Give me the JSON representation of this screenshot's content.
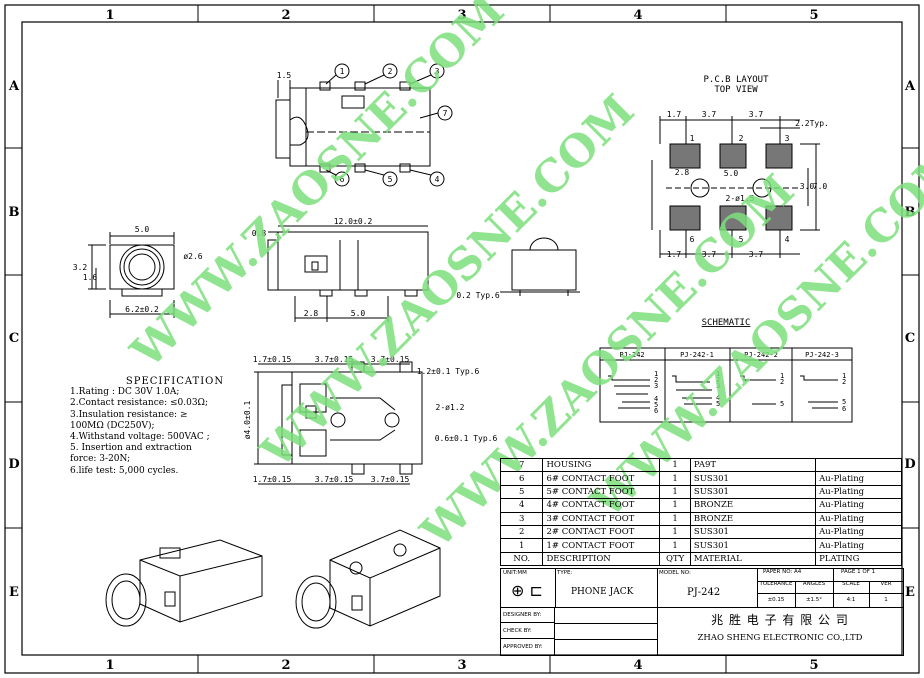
{
  "frame": {
    "cols": [
      "1",
      "2",
      "3",
      "4",
      "5"
    ],
    "rows": [
      "A",
      "B",
      "C",
      "D",
      "E"
    ]
  },
  "views": {
    "pcb_title": "P.C.B LAYOUT",
    "pcb_subtitle": "TOP VIEW",
    "schematic_title": "SCHEMATIC",
    "balloons": [
      "1",
      "2",
      "3",
      "7",
      "6",
      "5",
      "4"
    ]
  },
  "dimensions": {
    "top_dim_15": "1.5",
    "front_50": "5.0",
    "front_26": "ø2.6",
    "front_32": "3.2",
    "front_16": "1.6",
    "front_62": "6.2±0.2",
    "side_08": "0.8",
    "side_120": "12.0±0.2",
    "side_28": "2.8",
    "side_50": "5.0",
    "end_02": "0.2 Typ.6",
    "pcb_17a": "1.7",
    "pcb_37a": "3.7",
    "pcb_37b": "3.7",
    "pcb_22": "2.2Typ.",
    "pcb_28": "2.8",
    "pcb_50": "5.0",
    "pcb_30": "3.0",
    "pcb_70": "7.0",
    "pcb_hole": "2-ø1.5",
    "pcb_17b": "1.7",
    "pcb_37c": "3.7",
    "pcb_37d": "3.7",
    "pcb_pin_top": [
      "1",
      "2",
      "3"
    ],
    "pcb_pin_bot": [
      "6",
      "5",
      "4"
    ],
    "plan_17": "1.7±0.15",
    "plan_37a": "3.7±0.15",
    "plan_37b": "3.7±0.15",
    "plan_12": "1.2±0.1 Typ.6",
    "plan_hole": "2-ø1.2",
    "plan_06": "0.6±0.1 Typ.6",
    "plan_40": "ø4.0±0.1",
    "plan_17b": "1.7±0.15",
    "plan_37c": "3.7±0.15",
    "plan_37d": "3.7±0.15"
  },
  "schematic": {
    "headers": [
      "PJ-242",
      "PJ-242-1",
      "PJ-242-2",
      "PJ-242-3"
    ],
    "pins_1": [
      "1",
      "2",
      "3",
      "4",
      "5",
      "6"
    ],
    "pins_2": [
      "1",
      "2",
      "3",
      "4",
      "5"
    ],
    "pins_3": [
      "1",
      "2",
      "5"
    ],
    "pins_4": [
      "1",
      "2",
      "5",
      "6"
    ]
  },
  "spec": {
    "title": "SPECIFICATION",
    "lines": [
      "1.Rating : DC 30V 1.0A;",
      "2.Contact resistance: ≤0.03Ω;",
      "3.Insulation resistance: ≥",
      "100MΩ (DC250V);",
      "4.Withstand voltage: 500VAC ;",
      "5. Insertion and extraction",
      "force: 3-20N;",
      "6.life test: 5,000 cycles."
    ]
  },
  "bom": {
    "rows": [
      [
        "7",
        "HOUSING",
        "1",
        "PA9T",
        ""
      ],
      [
        "6",
        "6# CONTACT FOOT",
        "1",
        "SUS301",
        "Au-Plating"
      ],
      [
        "5",
        "5# CONTACT FOOT",
        "1",
        "SUS301",
        "Au-Plating"
      ],
      [
        "4",
        "4# CONTACT FOOT",
        "1",
        "BRONZE",
        "Au-Plating"
      ],
      [
        "3",
        "3# CONTACT FOOT",
        "1",
        "BRONZE",
        "Au-Plating"
      ],
      [
        "2",
        "2# CONTACT FOOT",
        "1",
        "SUS301",
        "Au-Plating"
      ],
      [
        "1",
        "1# CONTACT FOOT",
        "1",
        "SUS301",
        "Au-Plating"
      ]
    ],
    "header": [
      "NO.",
      "DESCRIPTION",
      "QTY",
      "MATERIAL",
      "PLATING"
    ]
  },
  "title_block": {
    "unit": "UNIT:MM",
    "type_label": "TYPE:",
    "type_value": "PHONE JACK",
    "model_label": "MODEL NO:",
    "model_value": "PJ-242",
    "paper": "PAPER NO: A4",
    "page": "PAGE 1 OF 1",
    "tol_label": "TOLERANCE",
    "angles_label": "ANGLES",
    "scale_label": "SCALE",
    "ver_label": "VER",
    "tol_value": "±0.15",
    "angles_value": "±1.5°",
    "scale_value": "4:1",
    "ver_value": "1",
    "designer": "DESIGNER BY:",
    "check": "CHECK    BY:",
    "approved": "APPROVED BY:",
    "company_cn": "兆 胜 电 子 有 限 公 司",
    "company_en": "ZHAO SHENG ELECTRONIC CO.,LTD"
  },
  "watermarks": [
    "WWW.ZAOSNE.COM",
    "WWW.ZAOSNE.COM",
    "WWW.ZAOSNE.COM",
    "WWW.ZAOSNE.COM"
  ],
  "colors": {
    "watermark": "#7de07d",
    "pad": "#777777"
  }
}
